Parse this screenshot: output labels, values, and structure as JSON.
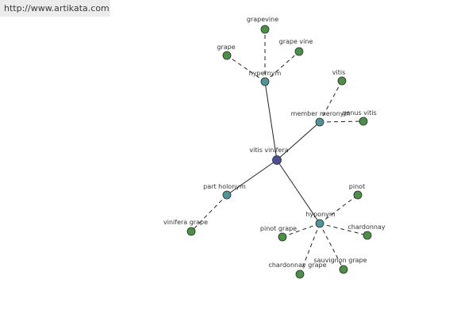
{
  "banner": {
    "url": "http://www.artikata.com"
  },
  "colors": {
    "center": "#4b4f93",
    "relation": "#4f9499",
    "leaf": "#4e8f47"
  },
  "graph": {
    "nodes": [
      {
        "id": "center",
        "label": "vitis vinifera",
        "kind": "center"
      },
      {
        "id": "hypernym",
        "label": "hypernym",
        "kind": "relation"
      },
      {
        "id": "member_meronym",
        "label": "member meronym",
        "kind": "relation"
      },
      {
        "id": "part_holonym",
        "label": "part holonym",
        "kind": "relation"
      },
      {
        "id": "hyponym",
        "label": "hyponym",
        "kind": "relation"
      },
      {
        "id": "grapevine",
        "label": "grapevine",
        "kind": "leaf"
      },
      {
        "id": "grape",
        "label": "grape",
        "kind": "leaf"
      },
      {
        "id": "grape_vine",
        "label": "grape vine",
        "kind": "leaf"
      },
      {
        "id": "vitis",
        "label": "vitis",
        "kind": "leaf"
      },
      {
        "id": "genus_vitis",
        "label": "genus vitis",
        "kind": "leaf"
      },
      {
        "id": "vinifera_grape",
        "label": "vinifera grape",
        "kind": "leaf"
      },
      {
        "id": "pinot",
        "label": "pinot",
        "kind": "leaf"
      },
      {
        "id": "pinot_grape",
        "label": "pinot grape",
        "kind": "leaf"
      },
      {
        "id": "chardonnay",
        "label": "chardonnay",
        "kind": "leaf"
      },
      {
        "id": "chardonnay_grape",
        "label": "chardonnay grape",
        "kind": "leaf"
      },
      {
        "id": "sauvignon_grape",
        "label": "sauvignon grape",
        "kind": "leaf"
      }
    ],
    "edges": [
      {
        "from": "center",
        "to": "hypernym",
        "style": "solid"
      },
      {
        "from": "center",
        "to": "member_meronym",
        "style": "solid"
      },
      {
        "from": "center",
        "to": "part_holonym",
        "style": "solid"
      },
      {
        "from": "center",
        "to": "hyponym",
        "style": "solid"
      },
      {
        "from": "hypernym",
        "to": "grapevine",
        "style": "dashed"
      },
      {
        "from": "hypernym",
        "to": "grape",
        "style": "dashed"
      },
      {
        "from": "hypernym",
        "to": "grape_vine",
        "style": "dashed"
      },
      {
        "from": "member_meronym",
        "to": "vitis",
        "style": "dashed"
      },
      {
        "from": "member_meronym",
        "to": "genus_vitis",
        "style": "dashed"
      },
      {
        "from": "part_holonym",
        "to": "vinifera_grape",
        "style": "dashed"
      },
      {
        "from": "hyponym",
        "to": "pinot",
        "style": "dashed"
      },
      {
        "from": "hyponym",
        "to": "pinot_grape",
        "style": "dashed"
      },
      {
        "from": "hyponym",
        "to": "chardonnay",
        "style": "dashed"
      },
      {
        "from": "hyponym",
        "to": "chardonnay_grape",
        "style": "dashed"
      },
      {
        "from": "hyponym",
        "to": "sauvignon_grape",
        "style": "dashed"
      }
    ]
  }
}
